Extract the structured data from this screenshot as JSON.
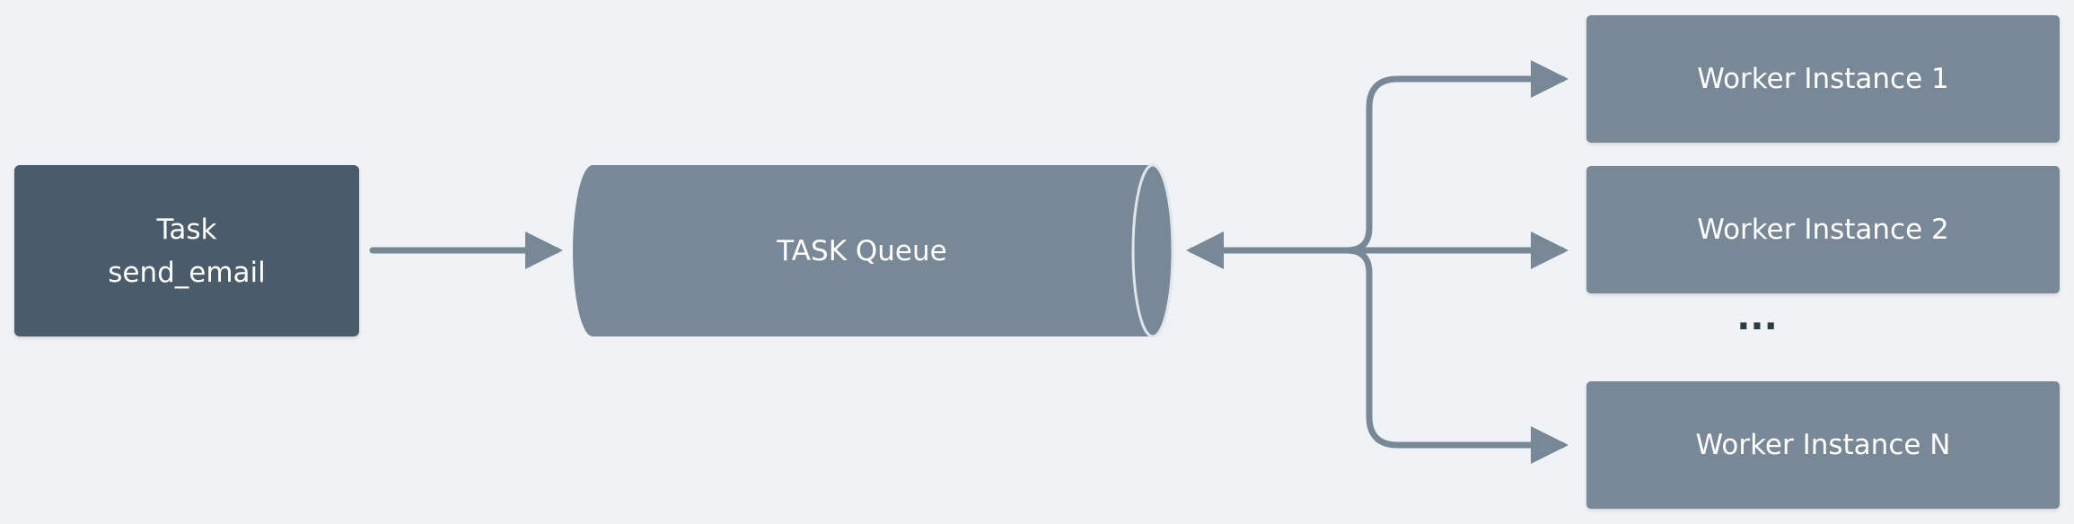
{
  "task": {
    "title": "Task",
    "subtitle": "send_email"
  },
  "queue": {
    "label": "TASK Queue"
  },
  "workers": [
    {
      "label": "Worker Instance 1"
    },
    {
      "label": "Worker Instance 2"
    },
    {
      "label": "Worker Instance N"
    }
  ],
  "ellipsis": "...",
  "colors": {
    "background": "#eff3f6",
    "task_fill": "#4a5b6a",
    "node_fill": "#788897",
    "connector": "#788897",
    "text": "#ffffff",
    "ellipsis_text": "#2c3a46"
  }
}
